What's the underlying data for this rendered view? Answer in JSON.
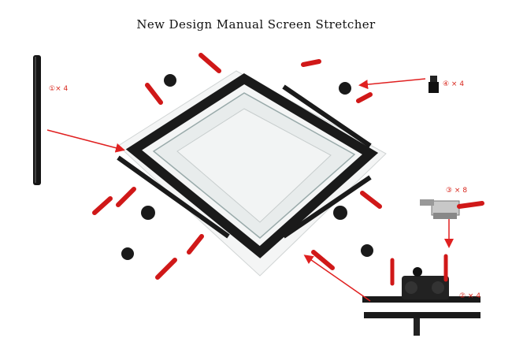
{
  "title": "New Design Manual Screen Stretcher",
  "parts": [
    {
      "label": "①× 4",
      "icon": "rail-bar-icon"
    },
    {
      "label": "② × 4",
      "icon": "side-frame-assembly-icon"
    },
    {
      "label": "③ × 8",
      "icon": "toggle-clamp-icon"
    },
    {
      "label": "④ × 4",
      "icon": "knob-handle-icon"
    }
  ],
  "colors": {
    "accent": "#e02020",
    "frame": "#1a1a1a",
    "mesh": "#e8ecec",
    "handle": "#d01818"
  }
}
